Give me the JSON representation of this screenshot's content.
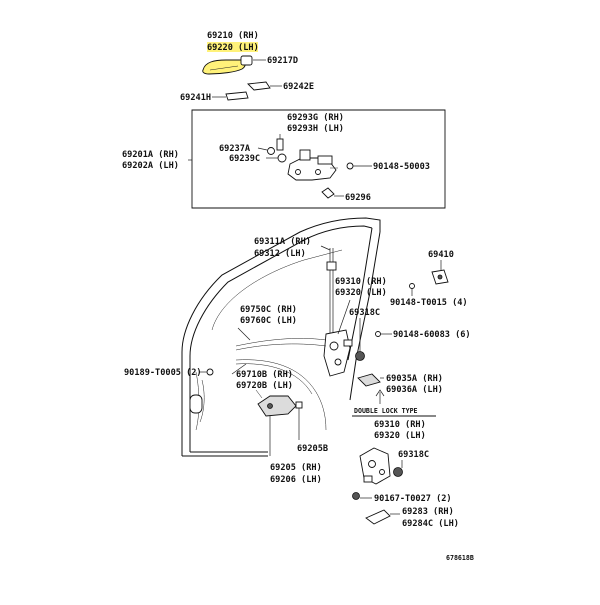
{
  "labels": {
    "p69210_rh": "69210 (RH)",
    "p69220_lh": "69220 (LH)",
    "p69217d": "69217D",
    "p69242e": "69242E",
    "p69241h": "69241H",
    "p69293g_rh": "69293G (RH)",
    "p69293h_lh": "69293H (LH)",
    "p69237a": "69237A",
    "p69239c": "69239C",
    "p69201a_rh": "69201A (RH)",
    "p69202a_lh": "69202A (LH)",
    "p90148_50003": "90148-50003",
    "p69296": "69296",
    "p69311a_rh": "69311A (RH)",
    "p69312_lh": "69312 (LH)",
    "p69410": "69410",
    "p69310_rh": "69310 (RH)",
    "p69320_lh": "69320 (LH)",
    "p90148_t0015": "90148-T0015 (4)",
    "p69750c_rh": "69750C (RH)",
    "p69760c_lh": "69760C (LH)",
    "p69318c": "69318C",
    "p90148_60083": "90148-60083 (6)",
    "p90189_t0005": "90189-T0005 (2)",
    "p69710b_rh": "69710B (RH)",
    "p69720b_lh": "69720B (LH)",
    "p69035a_rh": "69035A (RH)",
    "p69036a_lh": "69036A (LH)",
    "double_lock_type": "DOUBLE LOCK TYPE",
    "p69310_rh_b": "69310 (RH)",
    "p69320_lh_b": "69320 (LH)",
    "p69205b": "69205B",
    "p69318c_b": "69318C",
    "p69205_rh": "69205 (RH)",
    "p69206_lh": "69206 (LH)",
    "p90167_t0027": "90167-T0027 (2)",
    "p69283_rh": "69283 (RH)",
    "p69284c_lh": "69284C (LH)",
    "diagram_id": "678618B"
  },
  "colors": {
    "highlight": "#fff27a",
    "line": "#222222"
  }
}
